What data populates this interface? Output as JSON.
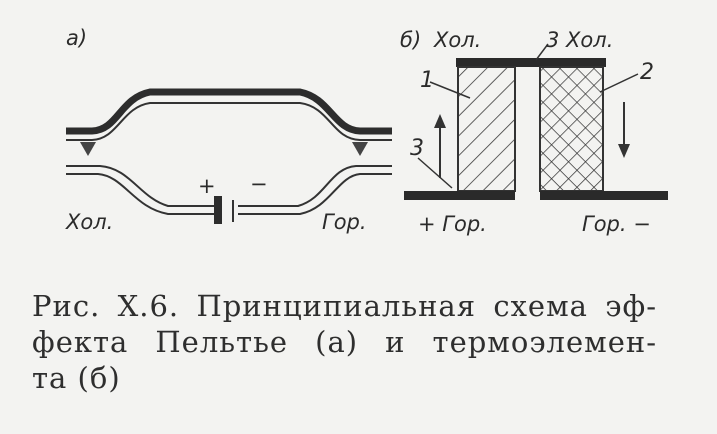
{
  "labels": {
    "part_a": "а)",
    "part_b": "б)",
    "cold": "Хол.",
    "hot": "Гор.",
    "plus": "+",
    "minus": "−",
    "b_top_cold_left": "Хол.",
    "b_top_cold_right": "3 Хол.",
    "num_1": "1",
    "num_2": "2",
    "num_3": "3",
    "b_bottom_left": "+ Гор.",
    "b_bottom_right": "Гор. −"
  },
  "caption": {
    "line1": "Рис. X.6. Принципиальная схема эф-",
    "line2": "фекта Пельтье (a) и термоэлемен-",
    "line3": "та (б)"
  }
}
